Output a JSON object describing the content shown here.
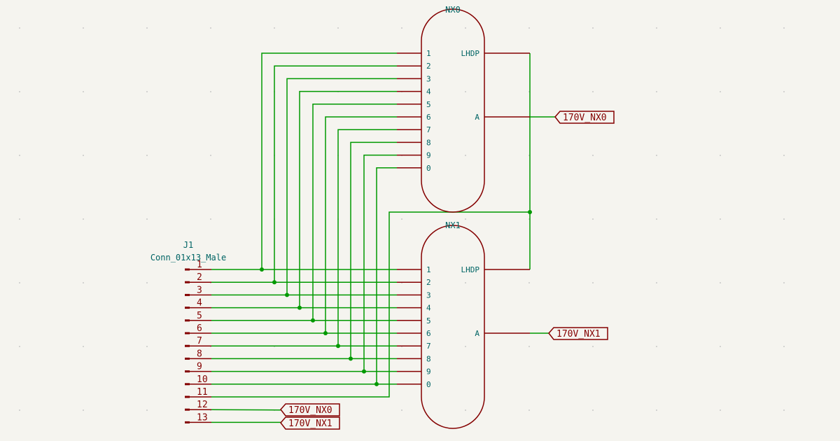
{
  "colors": {
    "background": "#f5f4ef",
    "wire": "#009900",
    "component": "#840000",
    "text": "#006464"
  },
  "connector": {
    "ref": "J1",
    "value": "Conn_01x13_Male",
    "pins": [
      "1",
      "2",
      "3",
      "4",
      "5",
      "6",
      "7",
      "8",
      "9",
      "10",
      "11",
      "12",
      "13"
    ]
  },
  "tubes": [
    {
      "ref": "NX0",
      "pins": [
        "1",
        "2",
        "3",
        "4",
        "5",
        "6",
        "7",
        "8",
        "9",
        "0"
      ],
      "right_pins": [
        "LHDP",
        "A"
      ]
    },
    {
      "ref": "NX1",
      "pins": [
        "1",
        "2",
        "3",
        "4",
        "5",
        "6",
        "7",
        "8",
        "9",
        "0"
      ],
      "right_pins": [
        "LHDP",
        "A"
      ]
    }
  ],
  "labels": {
    "nx0_supply": "170V_NX0",
    "nx1_supply": "170V_NX1",
    "conn_12": "170V_NX0",
    "conn_13": "170V_NX1"
  }
}
